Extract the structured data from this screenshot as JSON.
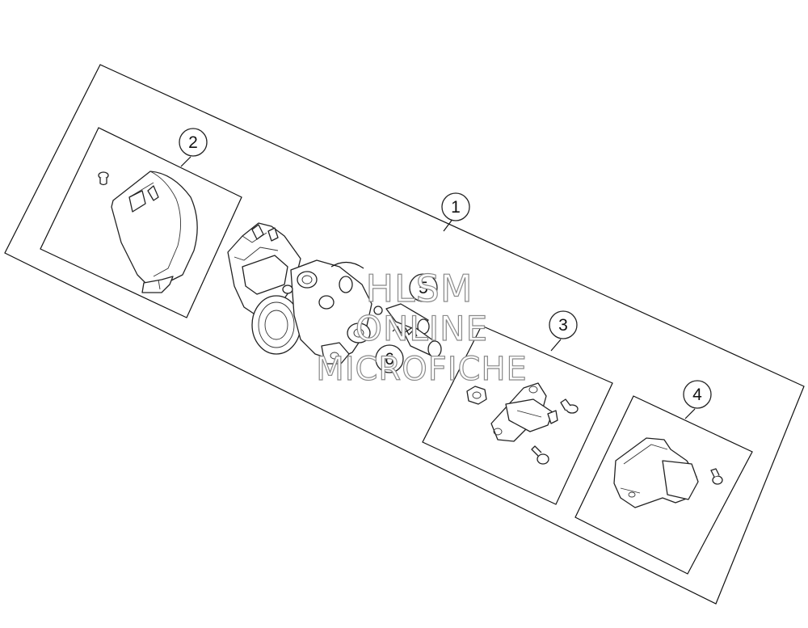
{
  "callouts": {
    "c1": "1",
    "c2": "2",
    "c3": "3",
    "c4": "4",
    "c5": "5",
    "c6": "6"
  },
  "watermark": {
    "line1": "HLSM",
    "line2": "ONLINE",
    "line3": "MICROFICHE"
  },
  "colors": {
    "outline": "#111111",
    "watermark_stroke": "#8a8a8a",
    "background": "#ffffff"
  }
}
